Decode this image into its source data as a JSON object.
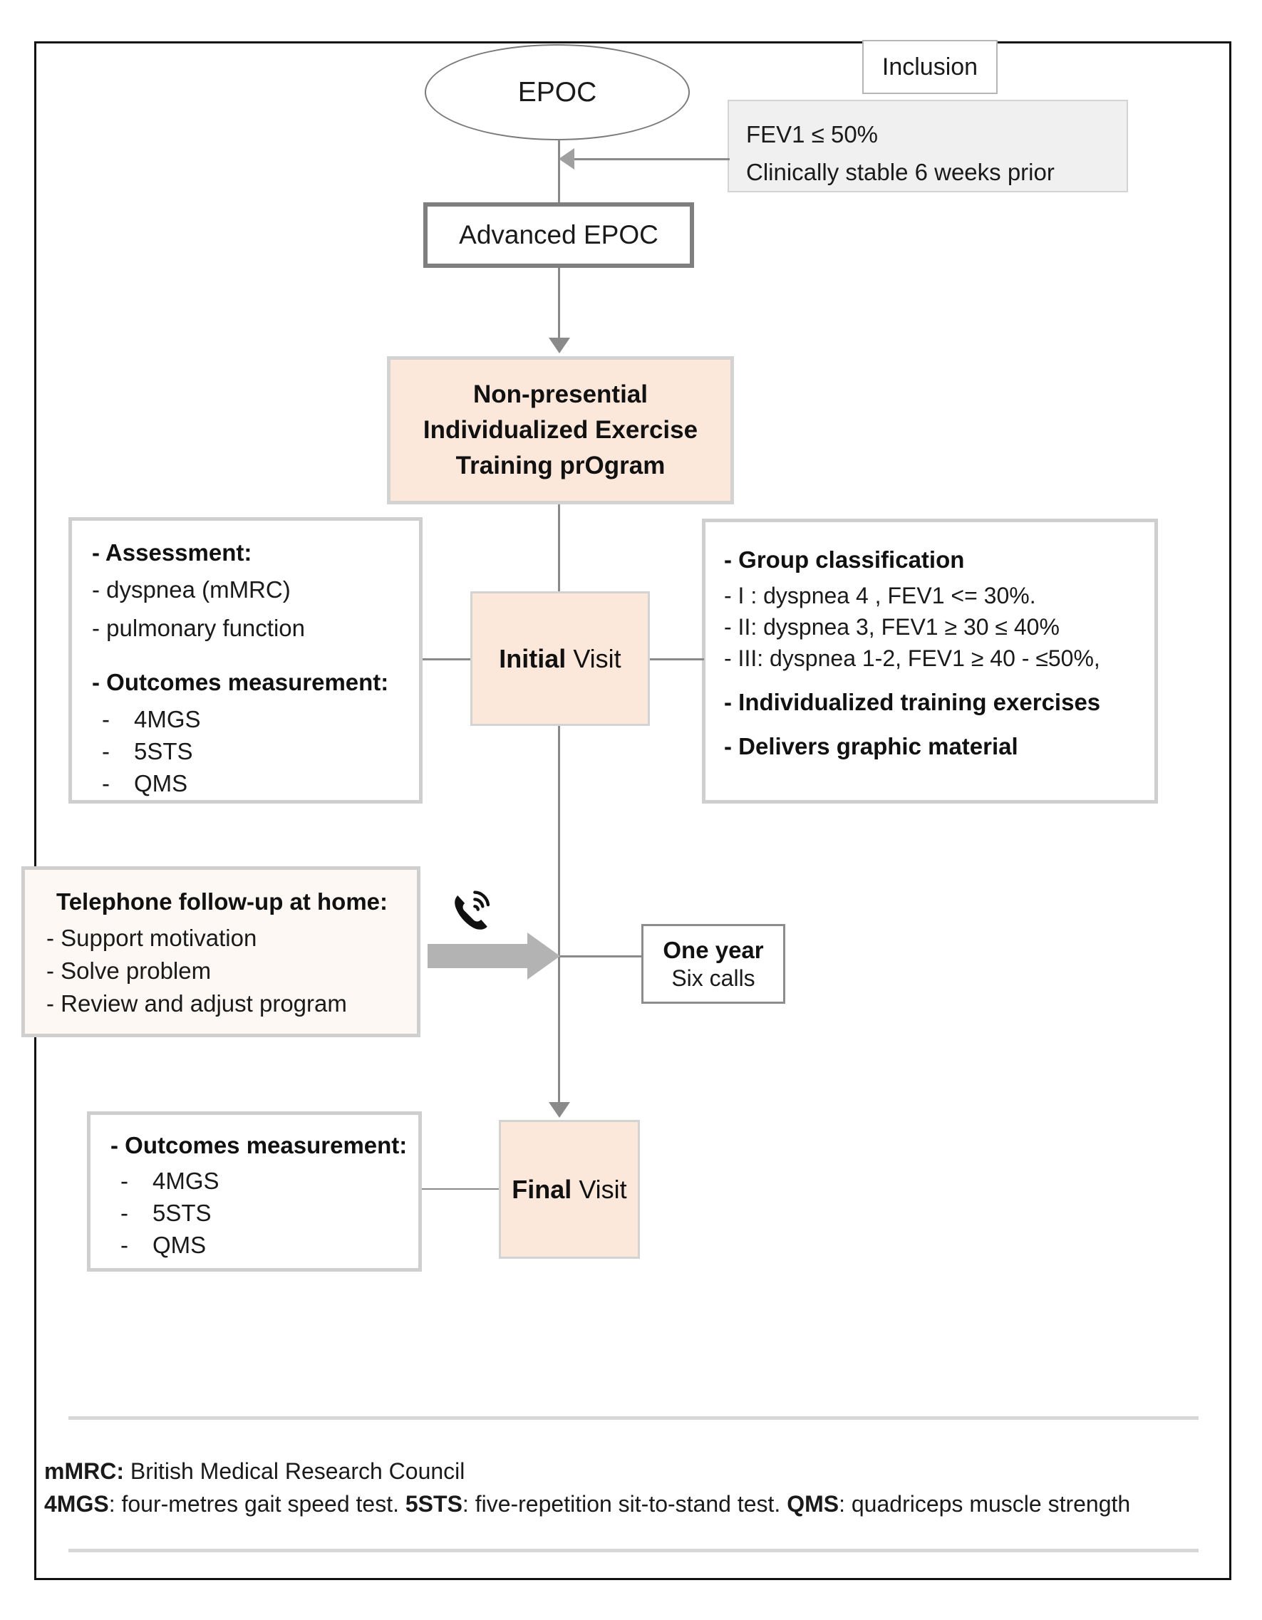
{
  "diagram": {
    "title_node": "EPOC",
    "inclusion": {
      "label": "Inclusion",
      "criteria": [
        "FEV1 ≤ 50%",
        "Clinically stable 6 weeks prior"
      ]
    },
    "advanced_node": "Advanced EPOC",
    "program": {
      "line1": "Non-presential",
      "line2": "Individualized Exercise",
      "line3": "Training prOgram"
    },
    "assessment_box": {
      "header": "- Assessment:",
      "sub_items": [
        "- dyspnea (mMRC)",
        "- pulmonary function"
      ],
      "outcomes_header": "- Outcomes measurement:",
      "outcomes_items": [
        "4MGS",
        "5STS",
        "QMS"
      ],
      "dash": "-"
    },
    "initial_visit": {
      "bold_part": "Initial",
      "rest_part": " Visit"
    },
    "group_box": {
      "header": "- Group classification",
      "groups": [
        "- I : dyspnea  4 , FEV1 <= 30%.",
        "- II: dyspnea 3, FEV1 ≥ 30 ≤ 40%",
        "- III:  dyspnea 1-2, FEV1 ≥ 40 - ≤50%,"
      ],
      "extra1": "- Individualized training exercises",
      "extra2": "- Delivers graphic material"
    },
    "telephone_box": {
      "header": "Telephone follow-up at home:",
      "items": [
        "- Support motivation",
        "- Solve problem",
        "- Review and adjust program"
      ]
    },
    "one_year": {
      "line1": "One year",
      "line2": "Six calls"
    },
    "outcomes_box": {
      "header": "- Outcomes measurement:",
      "items": [
        "4MGS",
        "5STS",
        "QMS"
      ],
      "dash": "-"
    },
    "final_visit": {
      "bold_part": "Final",
      "rest_part": " Visit"
    }
  },
  "footer": {
    "line1_bold": "mMRC:",
    "line1_rest": " British Medical Research Council",
    "line2_a_bold": "4MGS",
    "line2_a_rest": ": four-metres gait speed test. ",
    "line2_b_bold": "5STS",
    "line2_b_rest": ": five-repetition sit-to-stand test. ",
    "line2_c_bold": "QMS",
    "line2_c_rest": ": quadriceps muscle strength"
  },
  "colors": {
    "peach": "#fce8da",
    "grey_box": "#f0f0f0",
    "cream": "#fdf8f3",
    "connector": "#8a8a8a",
    "fat_arrow": "#b3b3b3"
  }
}
